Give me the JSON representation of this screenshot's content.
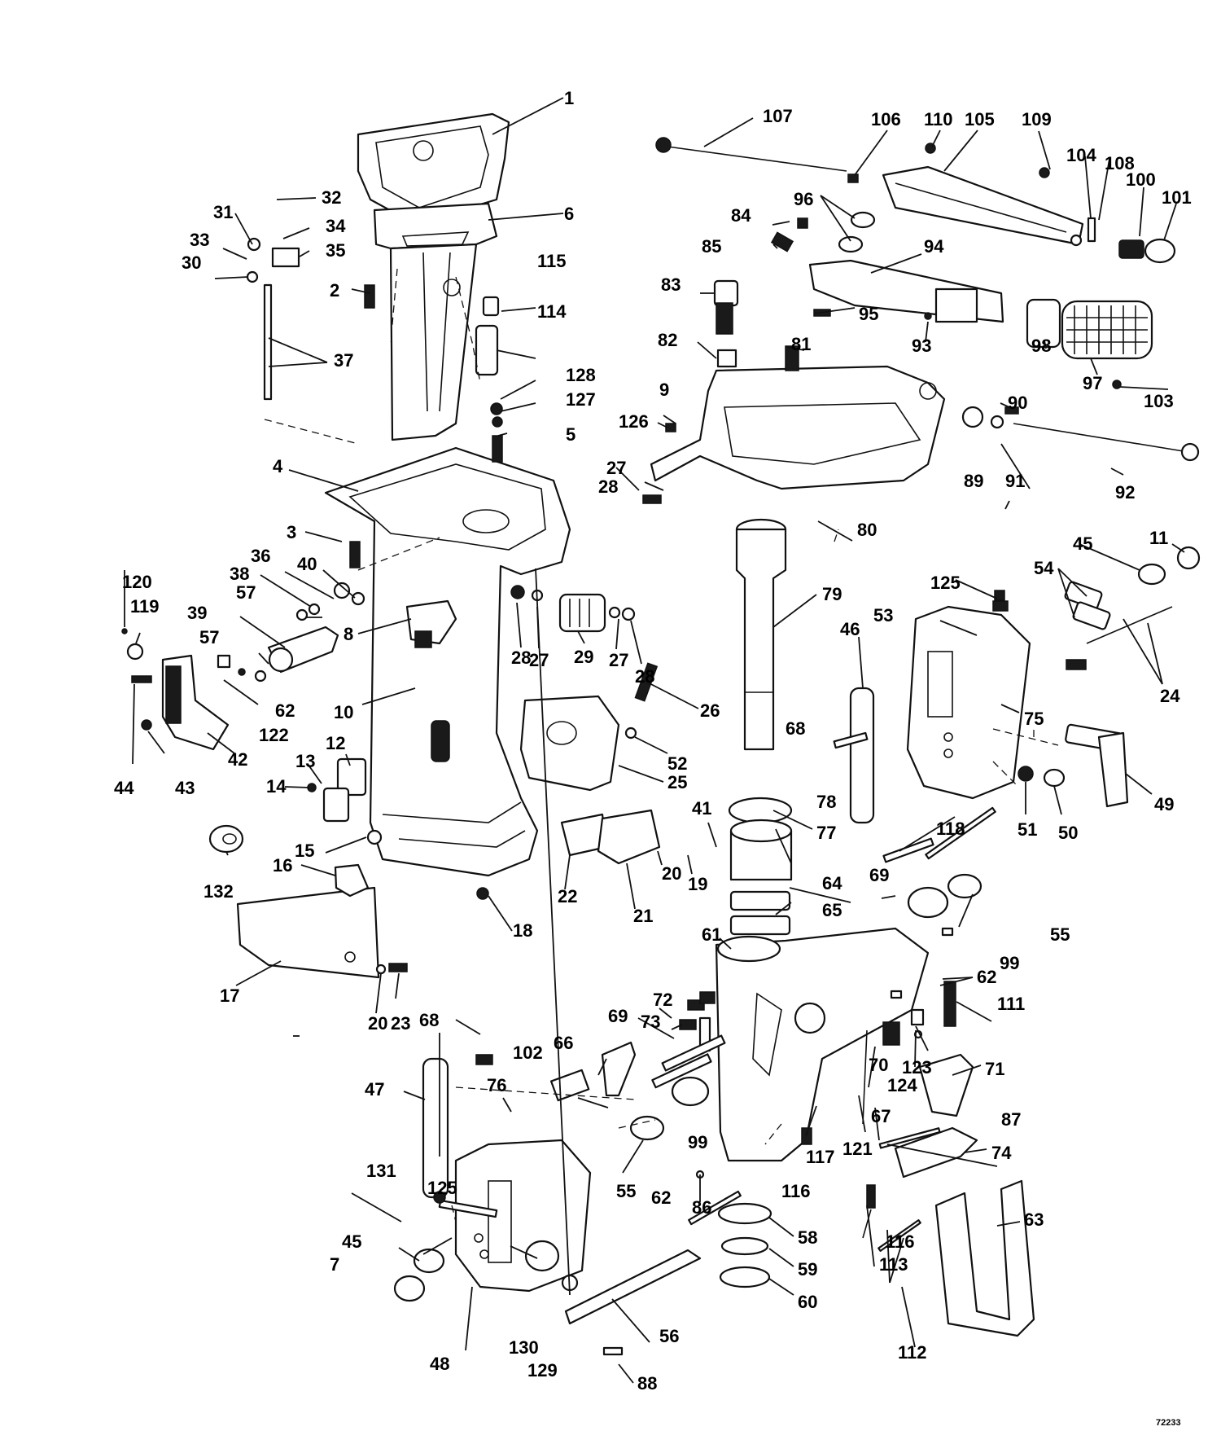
{
  "diagram": {
    "figure_number": "72233",
    "callouts": [
      {
        "id": "c1",
        "label": "1"
      },
      {
        "id": "c2",
        "label": "2"
      },
      {
        "id": "c3",
        "label": "3"
      },
      {
        "id": "c4",
        "label": "4"
      },
      {
        "id": "c5",
        "label": "5"
      },
      {
        "id": "c6",
        "label": "6"
      },
      {
        "id": "c7",
        "label": "7"
      },
      {
        "id": "c8",
        "label": "8"
      },
      {
        "id": "c9",
        "label": "9"
      },
      {
        "id": "c10",
        "label": "10"
      },
      {
        "id": "c11",
        "label": "11"
      },
      {
        "id": "c12",
        "label": "12"
      },
      {
        "id": "c13",
        "label": "13"
      },
      {
        "id": "c14",
        "label": "14"
      },
      {
        "id": "c15",
        "label": "15"
      },
      {
        "id": "c16",
        "label": "16"
      },
      {
        "id": "c17",
        "label": "17"
      },
      {
        "id": "c18",
        "label": "18"
      },
      {
        "id": "c19",
        "label": "19"
      },
      {
        "id": "c20a",
        "label": "20"
      },
      {
        "id": "c20b",
        "label": "20"
      },
      {
        "id": "c21",
        "label": "21"
      },
      {
        "id": "c22",
        "label": "22"
      },
      {
        "id": "c23",
        "label": "23"
      },
      {
        "id": "c24",
        "label": "24"
      },
      {
        "id": "c25",
        "label": "25"
      },
      {
        "id": "c26",
        "label": "26"
      },
      {
        "id": "c27a",
        "label": "27"
      },
      {
        "id": "c27b",
        "label": "27"
      },
      {
        "id": "c27c",
        "label": "27"
      },
      {
        "id": "c28a",
        "label": "28"
      },
      {
        "id": "c28b",
        "label": "28"
      },
      {
        "id": "c28c",
        "label": "28"
      },
      {
        "id": "c29",
        "label": "29"
      },
      {
        "id": "c30",
        "label": "30"
      },
      {
        "id": "c31",
        "label": "31"
      },
      {
        "id": "c32",
        "label": "32"
      },
      {
        "id": "c33",
        "label": "33"
      },
      {
        "id": "c34",
        "label": "34"
      },
      {
        "id": "c35",
        "label": "35"
      },
      {
        "id": "c36",
        "label": "36"
      },
      {
        "id": "c37",
        "label": "37"
      },
      {
        "id": "c38",
        "label": "38"
      },
      {
        "id": "c39",
        "label": "39"
      },
      {
        "id": "c40",
        "label": "40"
      },
      {
        "id": "c41",
        "label": "41"
      },
      {
        "id": "c42",
        "label": "42"
      },
      {
        "id": "c43",
        "label": "43"
      },
      {
        "id": "c44",
        "label": "44"
      },
      {
        "id": "c45a",
        "label": "45"
      },
      {
        "id": "c45b",
        "label": "45"
      },
      {
        "id": "c46",
        "label": "46"
      },
      {
        "id": "c47",
        "label": "47"
      },
      {
        "id": "c48",
        "label": "48"
      },
      {
        "id": "c49",
        "label": "49"
      },
      {
        "id": "c50",
        "label": "50"
      },
      {
        "id": "c51",
        "label": "51"
      },
      {
        "id": "c52",
        "label": "52"
      },
      {
        "id": "c53",
        "label": "53"
      },
      {
        "id": "c54",
        "label": "54"
      },
      {
        "id": "c55a",
        "label": "55"
      },
      {
        "id": "c55b",
        "label": "55"
      },
      {
        "id": "c56",
        "label": "56"
      },
      {
        "id": "c57a",
        "label": "57"
      },
      {
        "id": "c57b",
        "label": "57"
      },
      {
        "id": "c58",
        "label": "58"
      },
      {
        "id": "c59",
        "label": "59"
      },
      {
        "id": "c60",
        "label": "60"
      },
      {
        "id": "c61",
        "label": "61"
      },
      {
        "id": "c62a",
        "label": "62"
      },
      {
        "id": "c62b",
        "label": "62"
      },
      {
        "id": "c62c",
        "label": "62"
      },
      {
        "id": "c63",
        "label": "63"
      },
      {
        "id": "c64",
        "label": "64"
      },
      {
        "id": "c65",
        "label": "65"
      },
      {
        "id": "c66",
        "label": "66"
      },
      {
        "id": "c67",
        "label": "67"
      },
      {
        "id": "c68a",
        "label": "68"
      },
      {
        "id": "c68b",
        "label": "68"
      },
      {
        "id": "c69a",
        "label": "69"
      },
      {
        "id": "c69b",
        "label": "69"
      },
      {
        "id": "c70",
        "label": "70"
      },
      {
        "id": "c71",
        "label": "71"
      },
      {
        "id": "c72",
        "label": "72"
      },
      {
        "id": "c73",
        "label": "73"
      },
      {
        "id": "c74",
        "label": "74"
      },
      {
        "id": "c75",
        "label": "75"
      },
      {
        "id": "c76",
        "label": "76"
      },
      {
        "id": "c77",
        "label": "77"
      },
      {
        "id": "c78",
        "label": "78"
      },
      {
        "id": "c79",
        "label": "79"
      },
      {
        "id": "c80",
        "label": "80"
      },
      {
        "id": "c81",
        "label": "81"
      },
      {
        "id": "c82",
        "label": "82"
      },
      {
        "id": "c83",
        "label": "83"
      },
      {
        "id": "c84",
        "label": "84"
      },
      {
        "id": "c85",
        "label": "85"
      },
      {
        "id": "c86",
        "label": "86"
      },
      {
        "id": "c87",
        "label": "87"
      },
      {
        "id": "c88",
        "label": "88"
      },
      {
        "id": "c89",
        "label": "89"
      },
      {
        "id": "c90",
        "label": "90"
      },
      {
        "id": "c91",
        "label": "91"
      },
      {
        "id": "c92",
        "label": "92"
      },
      {
        "id": "c93",
        "label": "93"
      },
      {
        "id": "c94",
        "label": "94"
      },
      {
        "id": "c95",
        "label": "95"
      },
      {
        "id": "c96",
        "label": "96"
      },
      {
        "id": "c97",
        "label": "97"
      },
      {
        "id": "c98",
        "label": "98"
      },
      {
        "id": "c99a",
        "label": "99"
      },
      {
        "id": "c99b",
        "label": "99"
      },
      {
        "id": "c100",
        "label": "100"
      },
      {
        "id": "c101",
        "label": "101"
      },
      {
        "id": "c102",
        "label": "102"
      },
      {
        "id": "c103",
        "label": "103"
      },
      {
        "id": "c104",
        "label": "104"
      },
      {
        "id": "c105",
        "label": "105"
      },
      {
        "id": "c106",
        "label": "106"
      },
      {
        "id": "c107",
        "label": "107"
      },
      {
        "id": "c108",
        "label": "108"
      },
      {
        "id": "c109",
        "label": "109"
      },
      {
        "id": "c110",
        "label": "110"
      },
      {
        "id": "c111",
        "label": "111"
      },
      {
        "id": "c112",
        "label": "112"
      },
      {
        "id": "c113",
        "label": "113"
      },
      {
        "id": "c114",
        "label": "114"
      },
      {
        "id": "c115",
        "label": "115"
      },
      {
        "id": "c116a",
        "label": "116"
      },
      {
        "id": "c116b",
        "label": "116"
      },
      {
        "id": "c117",
        "label": "117"
      },
      {
        "id": "c118",
        "label": "118"
      },
      {
        "id": "c119",
        "label": "119"
      },
      {
        "id": "c120",
        "label": "120"
      },
      {
        "id": "c121",
        "label": "121"
      },
      {
        "id": "c122",
        "label": "122"
      },
      {
        "id": "c123",
        "label": "123"
      },
      {
        "id": "c124",
        "label": "124"
      },
      {
        "id": "c125a",
        "label": "125"
      },
      {
        "id": "c125b",
        "label": "125"
      },
      {
        "id": "c126",
        "label": "126"
      },
      {
        "id": "c127",
        "label": "127"
      },
      {
        "id": "c128",
        "label": "128"
      },
      {
        "id": "c129",
        "label": "129"
      },
      {
        "id": "c130",
        "label": "130"
      },
      {
        "id": "c131",
        "label": "131"
      },
      {
        "id": "c132",
        "label": "132"
      }
    ]
  }
}
